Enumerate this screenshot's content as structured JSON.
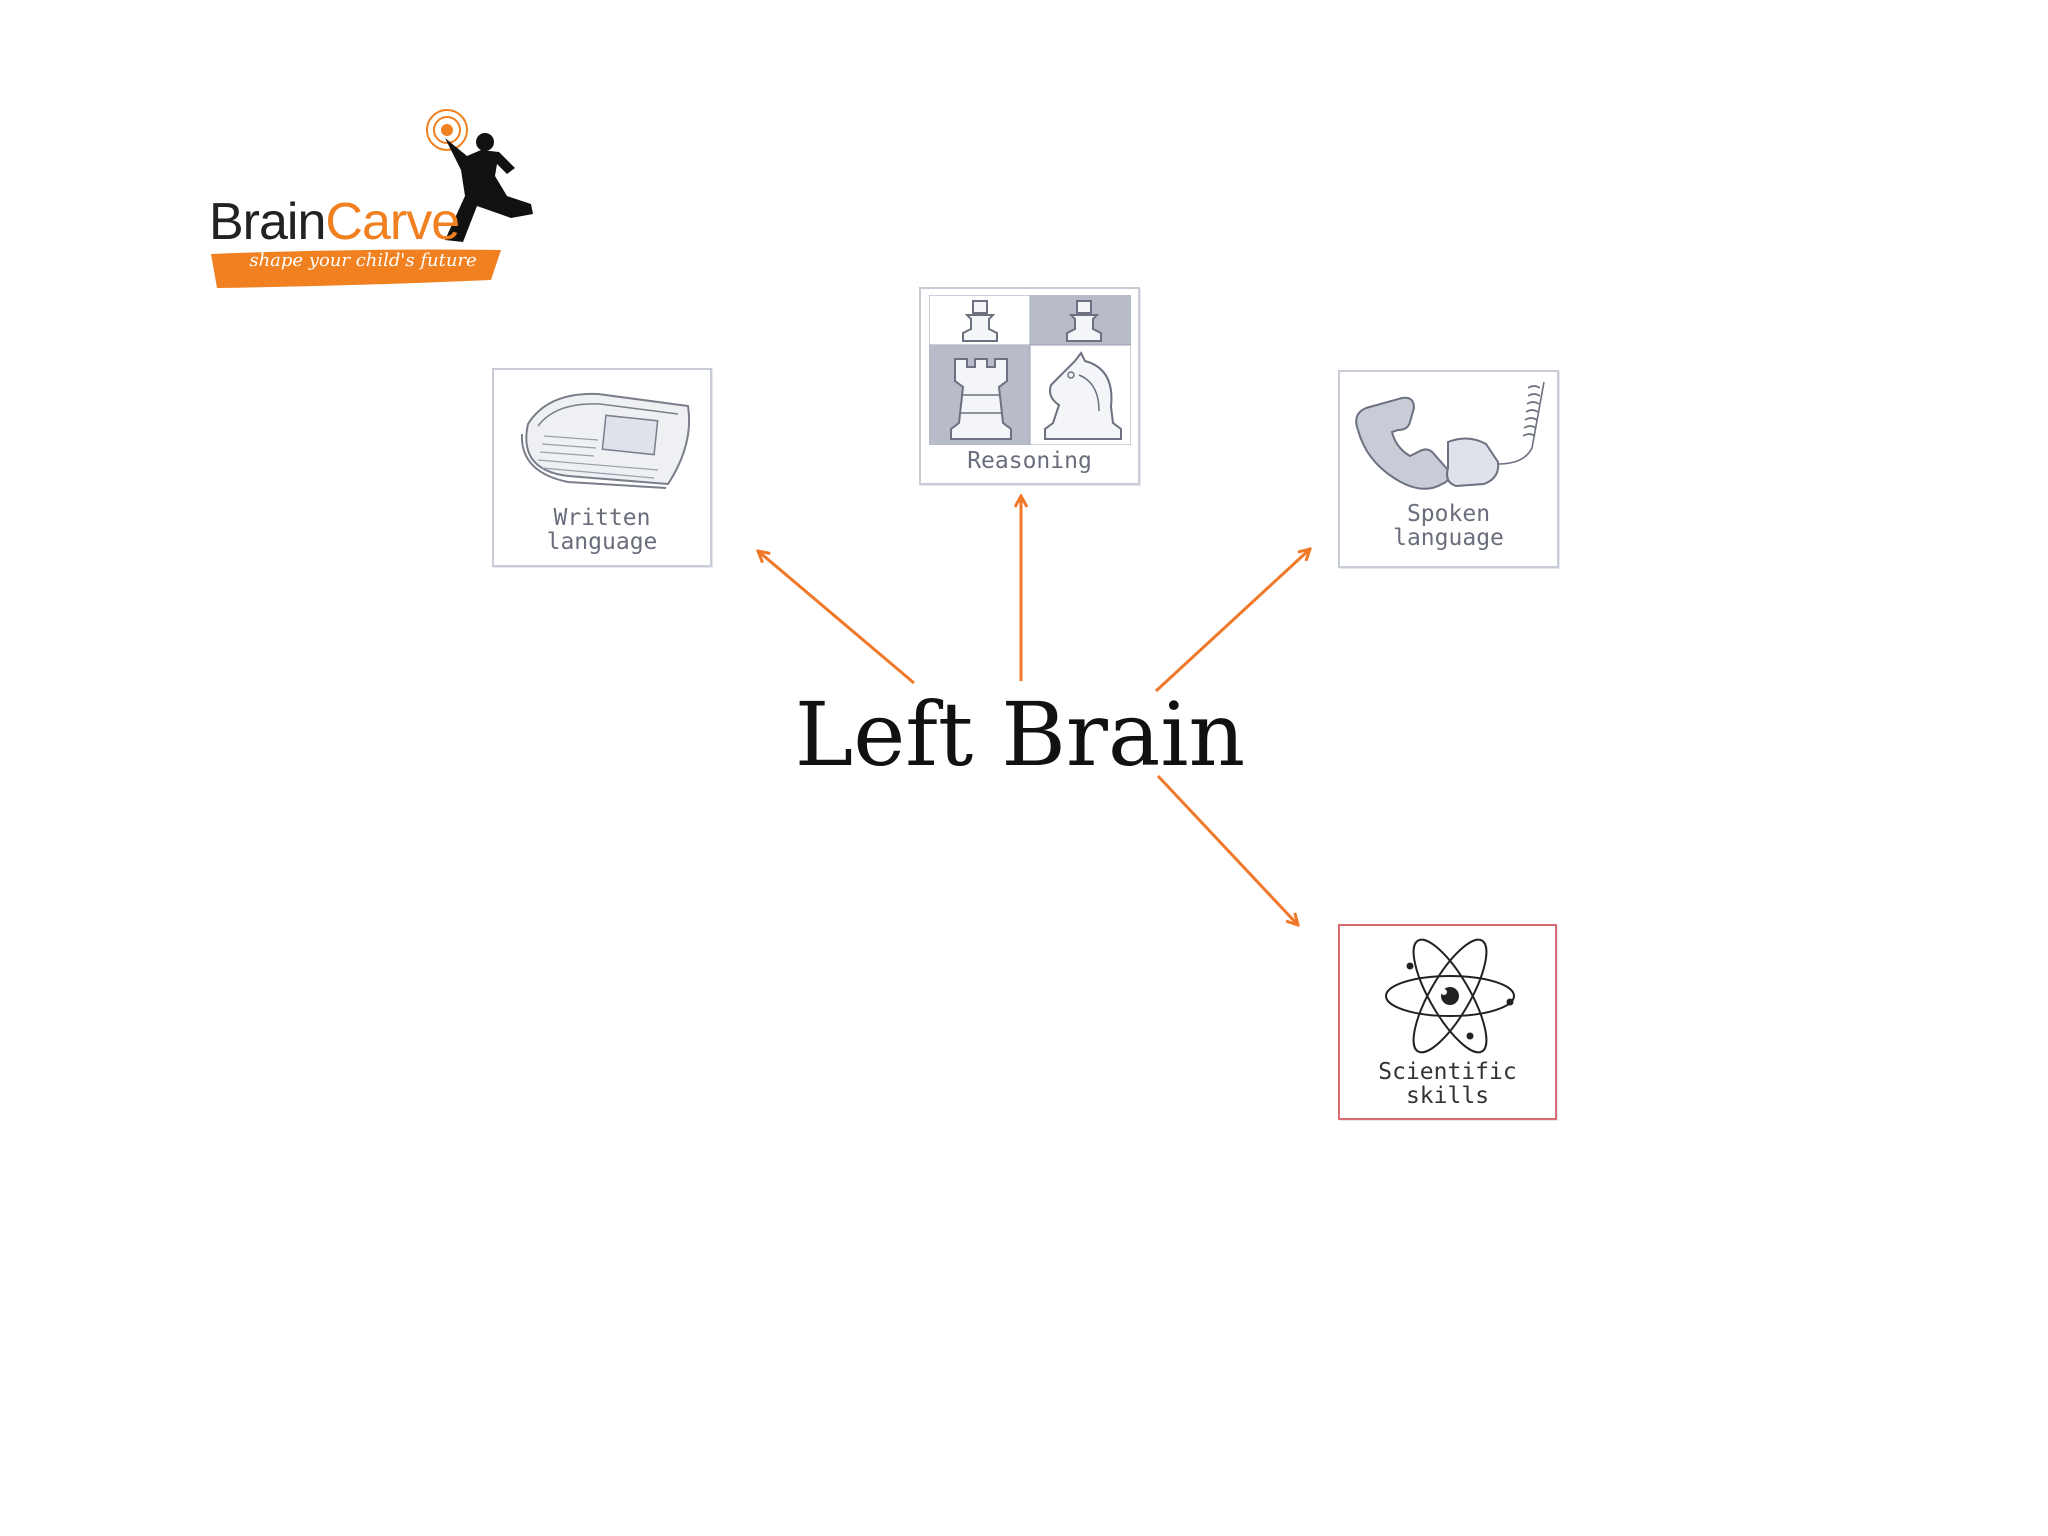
{
  "logo": {
    "brand_part1": "Brain",
    "brand_part2": "Carve",
    "tagline": "shape your child's future"
  },
  "center": {
    "title": "Left Brain"
  },
  "cards": {
    "written": {
      "label": "Written\nlanguage",
      "icon": "newspaper-icon"
    },
    "reasoning": {
      "label": "Reasoning",
      "icon": "chess-icon"
    },
    "spoken": {
      "label": "Spoken\nlanguage",
      "icon": "telephone-icon"
    },
    "science": {
      "label": "Scientific\nskills",
      "icon": "atom-icon"
    }
  },
  "colors": {
    "accent": "#f08020",
    "card_border": "#c8ccd6",
    "highlight_border": "#d96b75",
    "arrow": "#f07828"
  }
}
